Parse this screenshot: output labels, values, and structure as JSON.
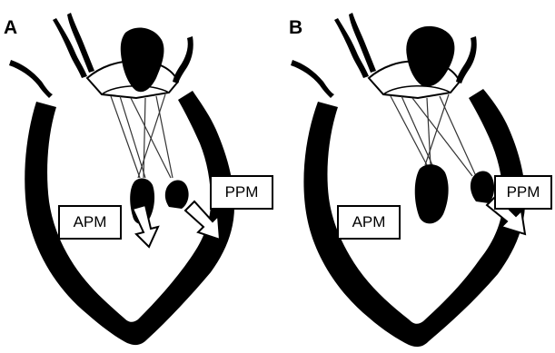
{
  "panels": [
    {
      "letter": "A",
      "labels": {
        "apm": "APM",
        "ppm": "PPM"
      }
    },
    {
      "letter": "B",
      "labels": {
        "apm": "APM",
        "ppm": "PPM"
      }
    }
  ],
  "colors": {
    "wall": "#000000",
    "background": "#ffffff",
    "chord": "#333333"
  },
  "icons": [
    "heart-outline",
    "papillary-muscle",
    "displacement-arrow"
  ]
}
